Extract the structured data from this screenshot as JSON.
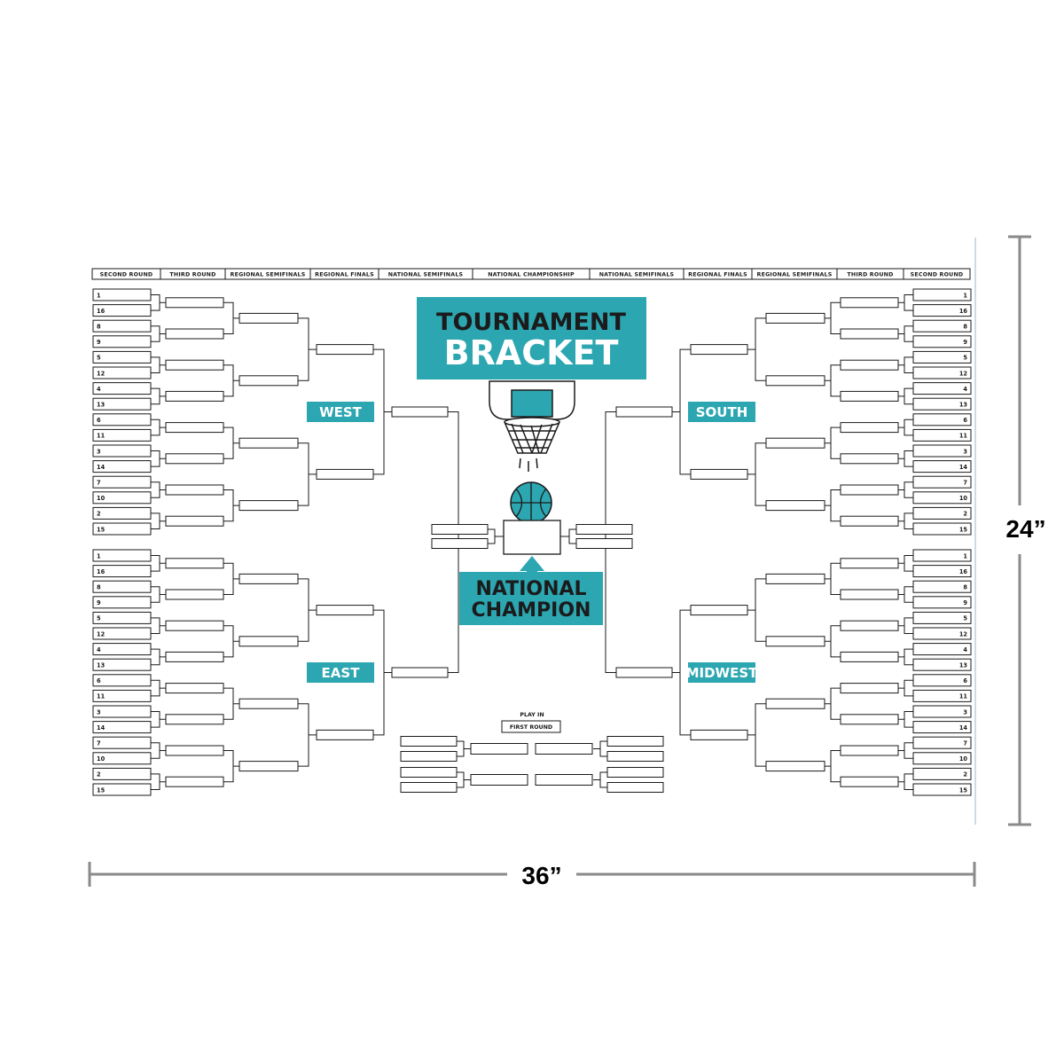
{
  "colors": {
    "accent": "#2ca6b1",
    "ink": "#111111",
    "dimension": "#8a8a8a"
  },
  "header": {
    "left": [
      "SECOND ROUND",
      "THIRD ROUND",
      "REGIONAL SEMIFINALS",
      "REGIONAL FINALS",
      "NATIONAL SEMIFINALS"
    ],
    "center": "NATIONAL CHAMPIONSHIP",
    "right": [
      "NATIONAL SEMIFINALS",
      "REGIONAL FINALS",
      "REGIONAL SEMIFINALS",
      "THIRD ROUND",
      "SECOND ROUND"
    ]
  },
  "seeds": [
    "1",
    "16",
    "8",
    "9",
    "5",
    "12",
    "4",
    "13",
    "6",
    "11",
    "3",
    "14",
    "7",
    "10",
    "2",
    "15"
  ],
  "regions": {
    "top_left": "WEST",
    "top_right": "SOUTH",
    "bottom_left": "EAST",
    "bottom_right": "MIDWEST"
  },
  "title": {
    "line1": "TOURNAMENT",
    "line2": "BRACKET"
  },
  "champion": {
    "line1": "NATIONAL",
    "line2": "CHAMPION"
  },
  "play_in": {
    "label": "PLAY IN",
    "round": "FIRST ROUND"
  },
  "dimensions": {
    "width": "36”",
    "height": "24”"
  },
  "icons": [
    "basketball-hoop-icon",
    "basketball-icon",
    "up-arrow-icon"
  ]
}
